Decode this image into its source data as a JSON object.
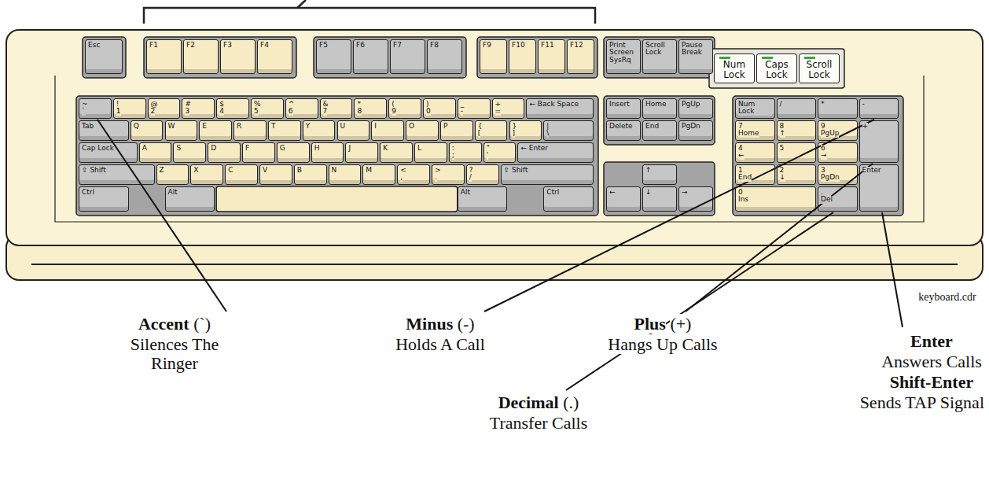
{
  "diagram": {
    "nodes": [
      {
        "text": [
          "Esc"
        ]
      },
      {
        "text": [
          "F1"
        ]
      },
      {
        "text": [
          "F2"
        ]
      },
      {
        "text": [
          "F3"
        ]
      },
      {
        "text": [
          "F4"
        ]
      },
      {
        "text": [
          "F5"
        ]
      },
      {
        "text": [
          "F6"
        ]
      },
      {
        "text": [
          "F7"
        ]
      },
      {
        "text": [
          "F8"
        ]
      },
      {
        "text": [
          "F9"
        ]
      },
      {
        "text": [
          "F10"
        ]
      },
      {
        "text": [
          "F11"
        ]
      },
      {
        "text": [
          "F12"
        ]
      },
      {
        "text": [
          "Print Screen",
          "SysRq"
        ]
      },
      {
        "text": [
          "Scroll Lock"
        ]
      },
      {
        "text": [
          "Pause",
          "Break"
        ]
      },
      {
        "text": [
          "Num Lock"
        ]
      },
      {
        "text": [
          "Caps Lock"
        ]
      },
      {
        "text": [
          "Scroll Lock"
        ]
      },
      {
        "text": [
          "~",
          "`"
        ]
      },
      {
        "text": [
          "!",
          "1"
        ]
      },
      {
        "text": [
          "@",
          "2"
        ]
      },
      {
        "text": [
          "#",
          "3"
        ]
      },
      {
        "text": [
          "$",
          "4"
        ]
      },
      {
        "text": [
          "%",
          "5"
        ]
      },
      {
        "text": [
          "^",
          "6"
        ]
      },
      {
        "text": [
          "&",
          "7"
        ]
      },
      {
        "text": [
          "*",
          "8"
        ]
      },
      {
        "text": [
          "(",
          "9"
        ]
      },
      {
        "text": [
          ")",
          "0"
        ]
      },
      {
        "text": [
          "_",
          "-"
        ]
      },
      {
        "text": [
          "+",
          "="
        ]
      },
      {
        "text": [
          "← Back Space"
        ]
      },
      {
        "text": [
          "Tab"
        ]
      },
      {
        "text": [
          "Q"
        ]
      },
      {
        "text": [
          "W"
        ]
      },
      {
        "text": [
          "E"
        ]
      },
      {
        "text": [
          "R"
        ]
      },
      {
        "text": [
          "T"
        ]
      },
      {
        "text": [
          "Y"
        ]
      },
      {
        "text": [
          "U"
        ]
      },
      {
        "text": [
          "I"
        ]
      },
      {
        "text": [
          "O"
        ]
      },
      {
        "text": [
          "P"
        ]
      },
      {
        "text": [
          "{",
          "["
        ]
      },
      {
        "text": [
          "}",
          "]"
        ]
      },
      {
        "text": [
          "|",
          "\\"
        ]
      },
      {
        "text": [
          "Cap Lock"
        ]
      },
      {
        "text": [
          "A"
        ]
      },
      {
        "text": [
          "S"
        ]
      },
      {
        "text": [
          "D"
        ]
      },
      {
        "text": [
          "F"
        ]
      },
      {
        "text": [
          "G"
        ]
      },
      {
        "text": [
          "H"
        ]
      },
      {
        "text": [
          "J"
        ]
      },
      {
        "text": [
          "K"
        ]
      },
      {
        "text": [
          "L"
        ]
      },
      {
        "text": [
          ":",
          ";"
        ]
      },
      {
        "text": [
          "\"",
          "'"
        ]
      },
      {
        "text": [
          "← Enter"
        ]
      },
      {
        "text": [
          "⇧ Shift"
        ]
      },
      {
        "text": [
          "Z"
        ]
      },
      {
        "text": [
          "X"
        ]
      },
      {
        "text": [
          "C"
        ]
      },
      {
        "text": [
          "V"
        ]
      },
      {
        "text": [
          "B"
        ]
      },
      {
        "text": [
          "N"
        ]
      },
      {
        "text": [
          "M"
        ]
      },
      {
        "text": [
          "<",
          ","
        ]
      },
      {
        "text": [
          ">",
          "."
        ]
      },
      {
        "text": [
          "?",
          "/"
        ]
      },
      {
        "text": [
          "⇧ Shift"
        ]
      },
      {
        "text": [
          "Ctrl"
        ]
      },
      {
        "text": [
          "Alt"
        ]
      },
      {
        "text": [
          "Alt"
        ]
      },
      {
        "text": [
          "Ctrl"
        ]
      },
      {
        "text": [
          "Insert"
        ]
      },
      {
        "text": [
          "Home"
        ]
      },
      {
        "text": [
          "PgUp"
        ]
      },
      {
        "text": [
          "Delete"
        ]
      },
      {
        "text": [
          "End"
        ]
      },
      {
        "text": [
          "PgDn"
        ]
      },
      {
        "text": [
          "↑"
        ]
      },
      {
        "text": [
          "←"
        ]
      },
      {
        "text": [
          "↓"
        ]
      },
      {
        "text": [
          "→"
        ]
      },
      {
        "text": [
          "Num Lock"
        ]
      },
      {
        "text": [
          "/"
        ]
      },
      {
        "text": [
          "*"
        ]
      },
      {
        "text": [
          "-"
        ]
      },
      {
        "text": [
          "7",
          "Home"
        ]
      },
      {
        "text": [
          "8",
          "↑"
        ]
      },
      {
        "text": [
          "9",
          "PgUp"
        ]
      },
      {
        "text": [
          "+"
        ]
      },
      {
        "text": [
          "4",
          "←"
        ]
      },
      {
        "text": [
          "5"
        ]
      },
      {
        "text": [
          "6",
          "→"
        ]
      },
      {
        "text": [
          "1",
          "End"
        ]
      },
      {
        "text": [
          "2",
          "↓"
        ]
      },
      {
        "text": [
          "3",
          "PgDn"
        ]
      },
      {
        "text": [
          "Enter"
        ]
      },
      {
        "text": [
          "0",
          "Ins"
        ]
      },
      {
        "text": [
          ".",
          "Del"
        ]
      }
    ],
    "labels": [
      "Accent",
      "(`)",
      "Silences The Ringer",
      "Minus",
      "(-)",
      "Holds A Call",
      "Decimal",
      "(.)",
      "Transfer Calls",
      "Plus",
      "(+)",
      "Hangs Up Calls",
      "Enter",
      "Answers Calls",
      "Shift-Enter",
      "Sends TAP Signal",
      "keyboard.cdr"
    ]
  }
}
